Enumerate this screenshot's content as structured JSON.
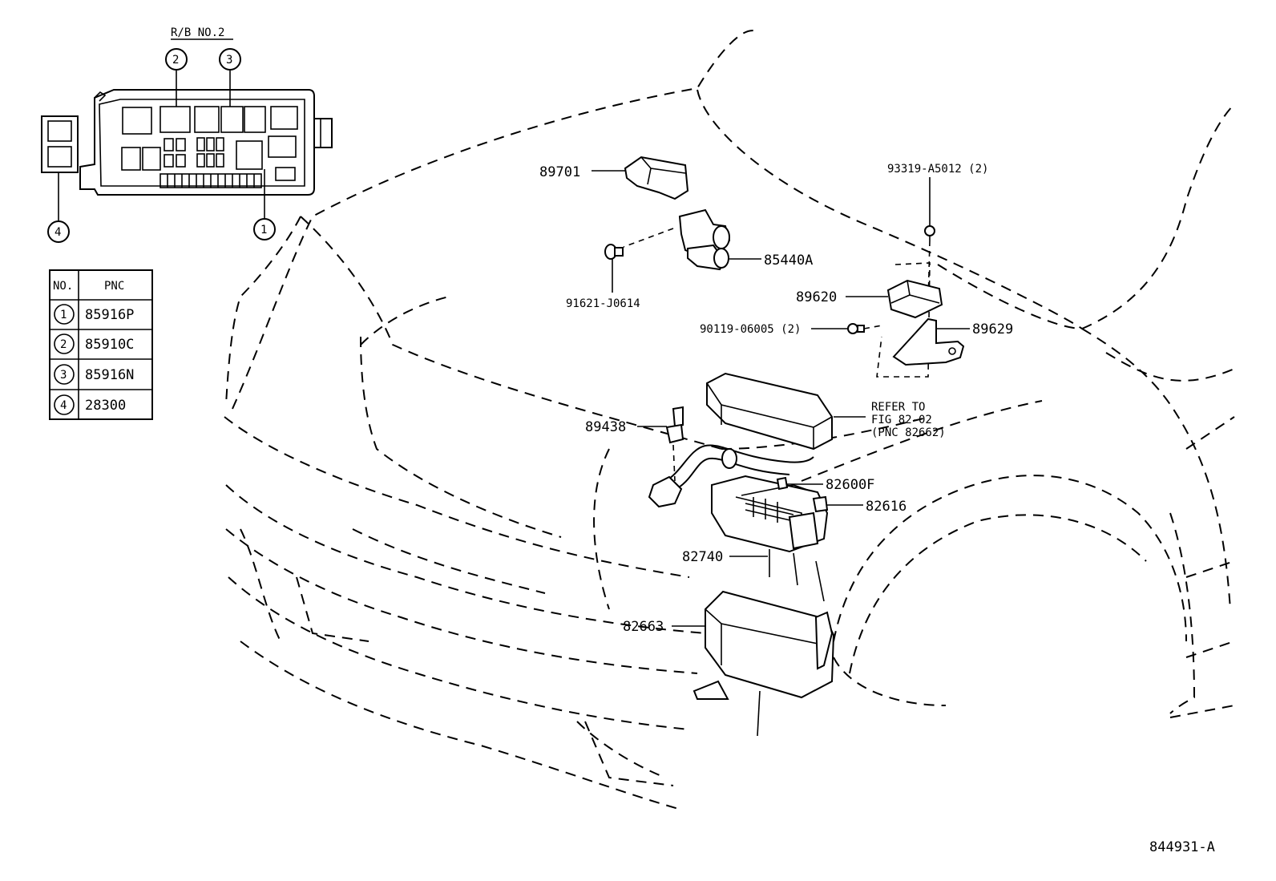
{
  "relay_block": {
    "title": "R/B NO.2",
    "callouts": [
      "1",
      "2",
      "3",
      "4"
    ]
  },
  "pnc_table": {
    "headers": [
      "NO.",
      "PNC"
    ],
    "rows": [
      {
        "no": "1",
        "pnc": "85916P"
      },
      {
        "no": "2",
        "pnc": "85910C"
      },
      {
        "no": "3",
        "pnc": "85916N"
      },
      {
        "no": "4",
        "pnc": "28300"
      }
    ]
  },
  "parts": {
    "p89701": "89701",
    "p85440A": "85440A",
    "p91621": "91621-J0614",
    "p93319": "93319-A5012 (2)",
    "p89620": "89620",
    "p90119": "90119-06005 (2)",
    "p89629": "89629",
    "p89438": "89438",
    "p82600F": "82600F",
    "p82616": "82616",
    "p82740": "82740",
    "p82663": "82663"
  },
  "refer_note": [
    "REFER TO",
    "FIG 82-02",
    "(PNC 82662)"
  ],
  "diagram_id": "844931-A"
}
